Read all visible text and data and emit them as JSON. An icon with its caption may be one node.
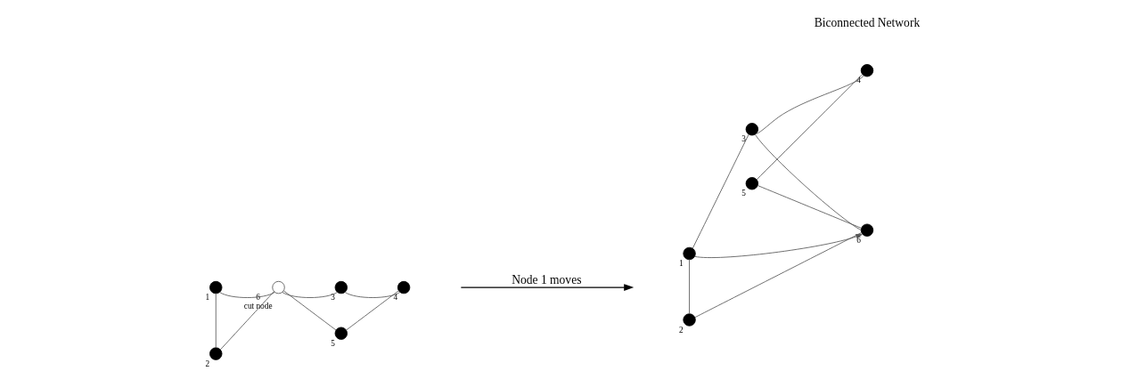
{
  "diagram": {
    "nodes": [
      {
        "text": [],
        "shape": "dot",
        "beside": [
          "1"
        ]
      },
      {
        "text": [],
        "shape": "dot",
        "beside": [
          "2"
        ]
      },
      {
        "text": [],
        "shape": "dot",
        "beside": [
          "3"
        ]
      },
      {
        "text": [],
        "shape": "dot",
        "beside": [
          "4"
        ]
      },
      {
        "text": [],
        "shape": "dot",
        "beside": [
          "5"
        ]
      },
      {
        "text": [],
        "shape": "circle",
        "beside": [
          "6",
          "cut node"
        ]
      },
      {
        "text": [],
        "shape": "dot",
        "beside": [
          "1"
        ]
      },
      {
        "text": [],
        "shape": "dot",
        "beside": [
          "2"
        ]
      },
      {
        "text": [],
        "shape": "dot",
        "beside": [
          "3"
        ]
      },
      {
        "text": [],
        "shape": "dot",
        "beside": [
          "4"
        ]
      },
      {
        "text": [],
        "shape": "dot",
        "beside": [
          "5"
        ]
      },
      {
        "text": [],
        "shape": "dot",
        "beside": [
          "6"
        ]
      }
    ],
    "edges": [
      {
        "from": 0,
        "to": 1,
        "arrow": "none"
      },
      {
        "from": 0,
        "to": 5,
        "arrow": "none"
      },
      {
        "from": 1,
        "to": 5,
        "arrow": "none"
      },
      {
        "from": 5,
        "to": 2,
        "arrow": "none"
      },
      {
        "from": 2,
        "to": 3,
        "arrow": "none"
      },
      {
        "from": 3,
        "to": 4,
        "arrow": "none"
      },
      {
        "from": 4,
        "to": 5,
        "arrow": "none"
      },
      {
        "from": 6,
        "to": 8,
        "arrow": "none"
      },
      {
        "from": 6,
        "to": 11,
        "arrow": "to"
      },
      {
        "from": 6,
        "to": 7,
        "arrow": "none"
      },
      {
        "from": 7,
        "to": 11,
        "arrow": "none"
      },
      {
        "from": 11,
        "to": 8,
        "arrow": "none"
      },
      {
        "from": 8,
        "to": 9,
        "arrow": "none"
      },
      {
        "from": 9,
        "to": 10,
        "arrow": "none"
      },
      {
        "from": 10,
        "to": 11,
        "arrow": "none"
      }
    ],
    "labels": [
      "Node 1 moves",
      "Biconnected Network"
    ]
  }
}
